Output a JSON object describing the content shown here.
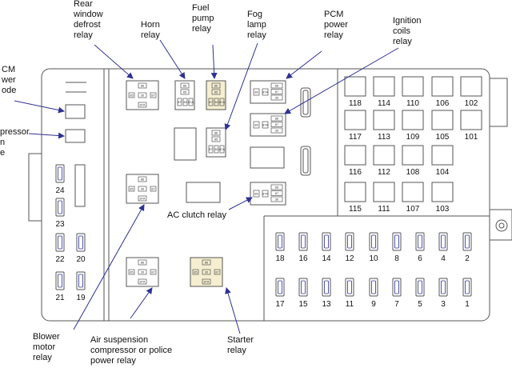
{
  "labels": {
    "rear_window": [
      "Rear",
      "window",
      "defrost",
      "relay"
    ],
    "horn": [
      "Horn",
      "relay"
    ],
    "fuel_pump": [
      "Fuel",
      "pump",
      "relay"
    ],
    "fog_lamp": [
      "Fog",
      "lamp",
      "relay"
    ],
    "pcm_power": [
      "PCM",
      "power",
      "relay"
    ],
    "ignition_coils": [
      "Ignition",
      "coils",
      "relay"
    ],
    "pcm_power_diode": [
      "CM",
      "wer",
      "ode"
    ],
    "compressor": [
      "pressor",
      "n",
      "e"
    ],
    "ac_clutch": [
      "AC clutch relay"
    ],
    "blower_motor": [
      "Blower",
      "motor",
      "relay"
    ],
    "air_suspension": [
      "Air suspension",
      "compressor or police",
      "power relay"
    ],
    "starter": [
      "Starter",
      "relay"
    ]
  },
  "fuses": {
    "row1": [
      "118",
      "114",
      "110",
      "106",
      "102"
    ],
    "row2": [
      "117",
      "113",
      "109",
      "105",
      "101"
    ],
    "row3": [
      "116",
      "112",
      "108",
      "104"
    ],
    "row4": [
      "115",
      "111",
      "107",
      "103"
    ],
    "mini_top": [
      "18",
      "16",
      "14",
      "12",
      "10",
      "8",
      "6",
      "4",
      "2"
    ],
    "mini_bottom": [
      "17",
      "15",
      "13",
      "11",
      "9",
      "7",
      "5",
      "3",
      "1"
    ],
    "left": [
      "24",
      "23",
      "22",
      "20",
      "21",
      "19"
    ]
  },
  "pins": [
    "86",
    "85",
    "87",
    "30",
    "87A"
  ],
  "colors": {
    "outline": "#555555",
    "arrow": "#2e3192",
    "highlight": "#f5eed0"
  }
}
